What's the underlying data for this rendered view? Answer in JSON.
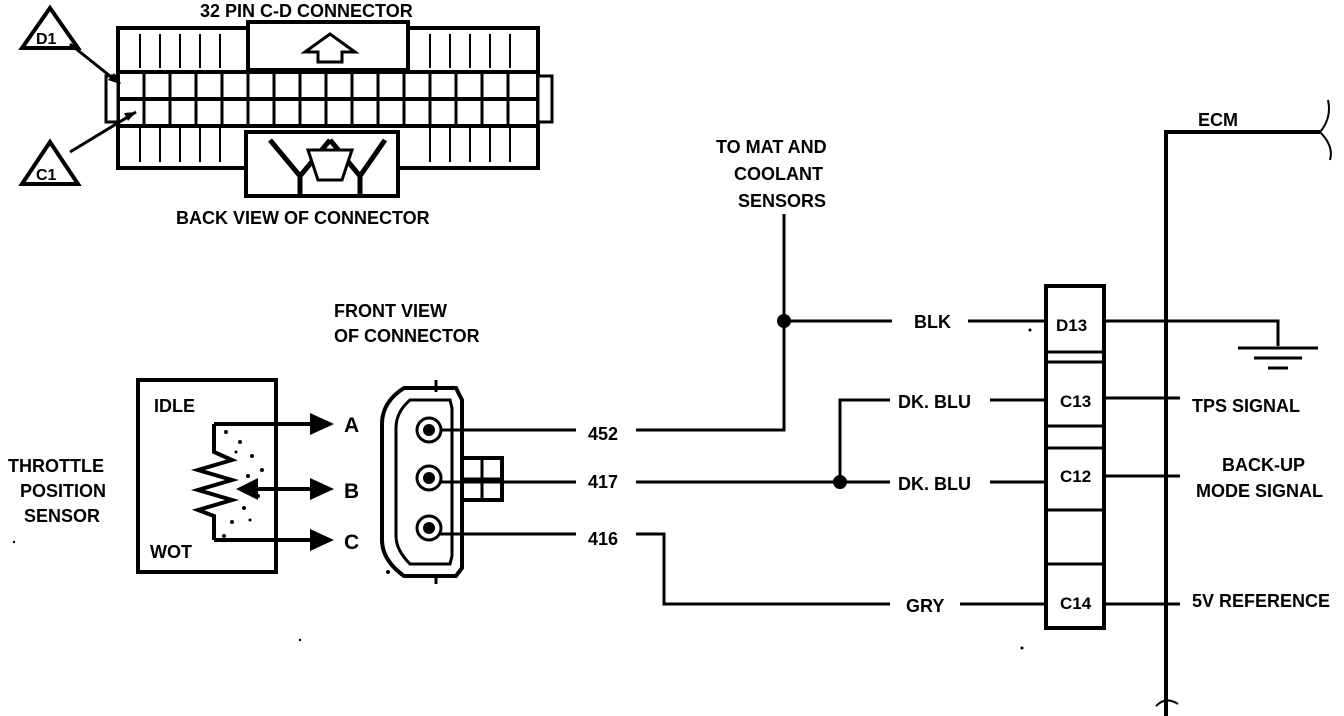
{
  "top_connector": {
    "title": "32 PIN C-D  CONNECTOR",
    "caption": "BACK VIEW OF CONNECTOR",
    "markers": [
      "D1",
      "C1"
    ]
  },
  "front_connector": {
    "caption_line1": "FRONT VIEW",
    "caption_line2": "OF CONNECTOR"
  },
  "sensor": {
    "label_line1": "THROTTLE",
    "label_line2": "POSITION",
    "label_line3": "SENSOR",
    "idle": "IDLE",
    "wot": "WOT",
    "terminals": [
      "A",
      "B",
      "C"
    ]
  },
  "mat_coolant": {
    "line1": "TO MAT AND",
    "line2": "COOLANT",
    "line3": "SENSORS"
  },
  "circuits": [
    "452",
    "417",
    "416"
  ],
  "wires": {
    "blk": "BLK",
    "dkblu_top": "DK. BLU",
    "dkblu_bottom": "DK. BLU",
    "gry": "GRY"
  },
  "ecm": {
    "label": "ECM",
    "pins": [
      "D13",
      "C13",
      "C12",
      "C14"
    ],
    "signals": {
      "tps": "TPS SIGNAL",
      "backup_line1": "BACK-UP",
      "backup_line2": "MODE SIGNAL",
      "ref": "5V REFERENCE"
    }
  }
}
